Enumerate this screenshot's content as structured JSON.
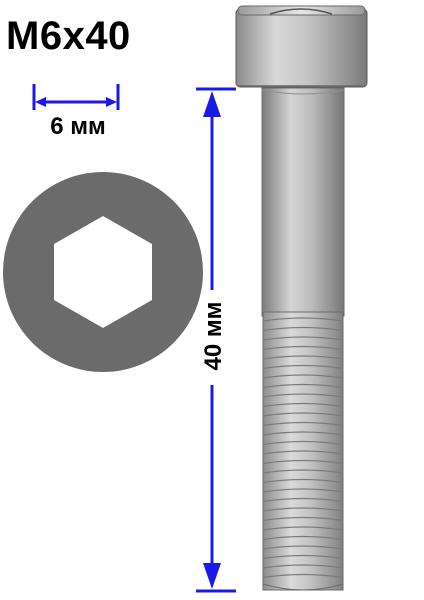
{
  "title": "M6x40",
  "dimensions": {
    "diameter_label": "6 мм",
    "length_label": "40 мм"
  },
  "colors": {
    "dimension_blue": "#1a1ae6",
    "socket_face_gray": "#6b6b6b",
    "bolt_silver": "#b8b8b8",
    "text": "#000000"
  },
  "icons": {
    "socket": "hexagon-socket-icon",
    "bolt": "socket-head-cap-screw"
  }
}
